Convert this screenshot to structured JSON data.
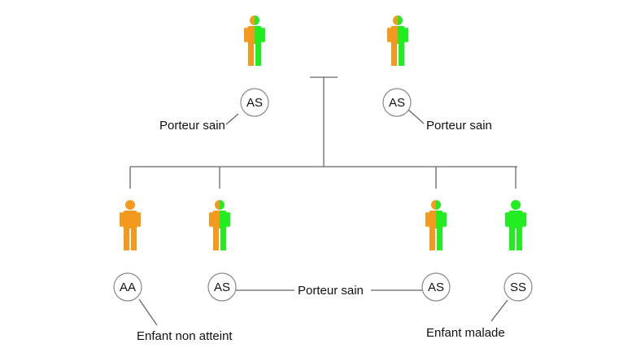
{
  "colors": {
    "allele_A": "#f39a1e",
    "allele_S": "#20ee20",
    "line": "#666666",
    "circle_stroke": "#888888"
  },
  "parents": {
    "left": {
      "genotype": "AS",
      "label": "Porteur sain",
      "figure": "half-orange-half-green"
    },
    "right": {
      "genotype": "AS",
      "label": "Porteur sain",
      "figure": "half-orange-half-green"
    }
  },
  "children": [
    {
      "genotype": "AA",
      "label": "Enfant non atteint",
      "figure": "orange"
    },
    {
      "genotype": "AS",
      "label": "",
      "figure": "half-orange-half-green"
    },
    {
      "genotype": "AS",
      "label": "",
      "figure": "half-orange-half-green"
    },
    {
      "genotype": "SS",
      "label": "Enfant malade",
      "figure": "green"
    }
  ],
  "carrier_children_label": "Porteur sain"
}
